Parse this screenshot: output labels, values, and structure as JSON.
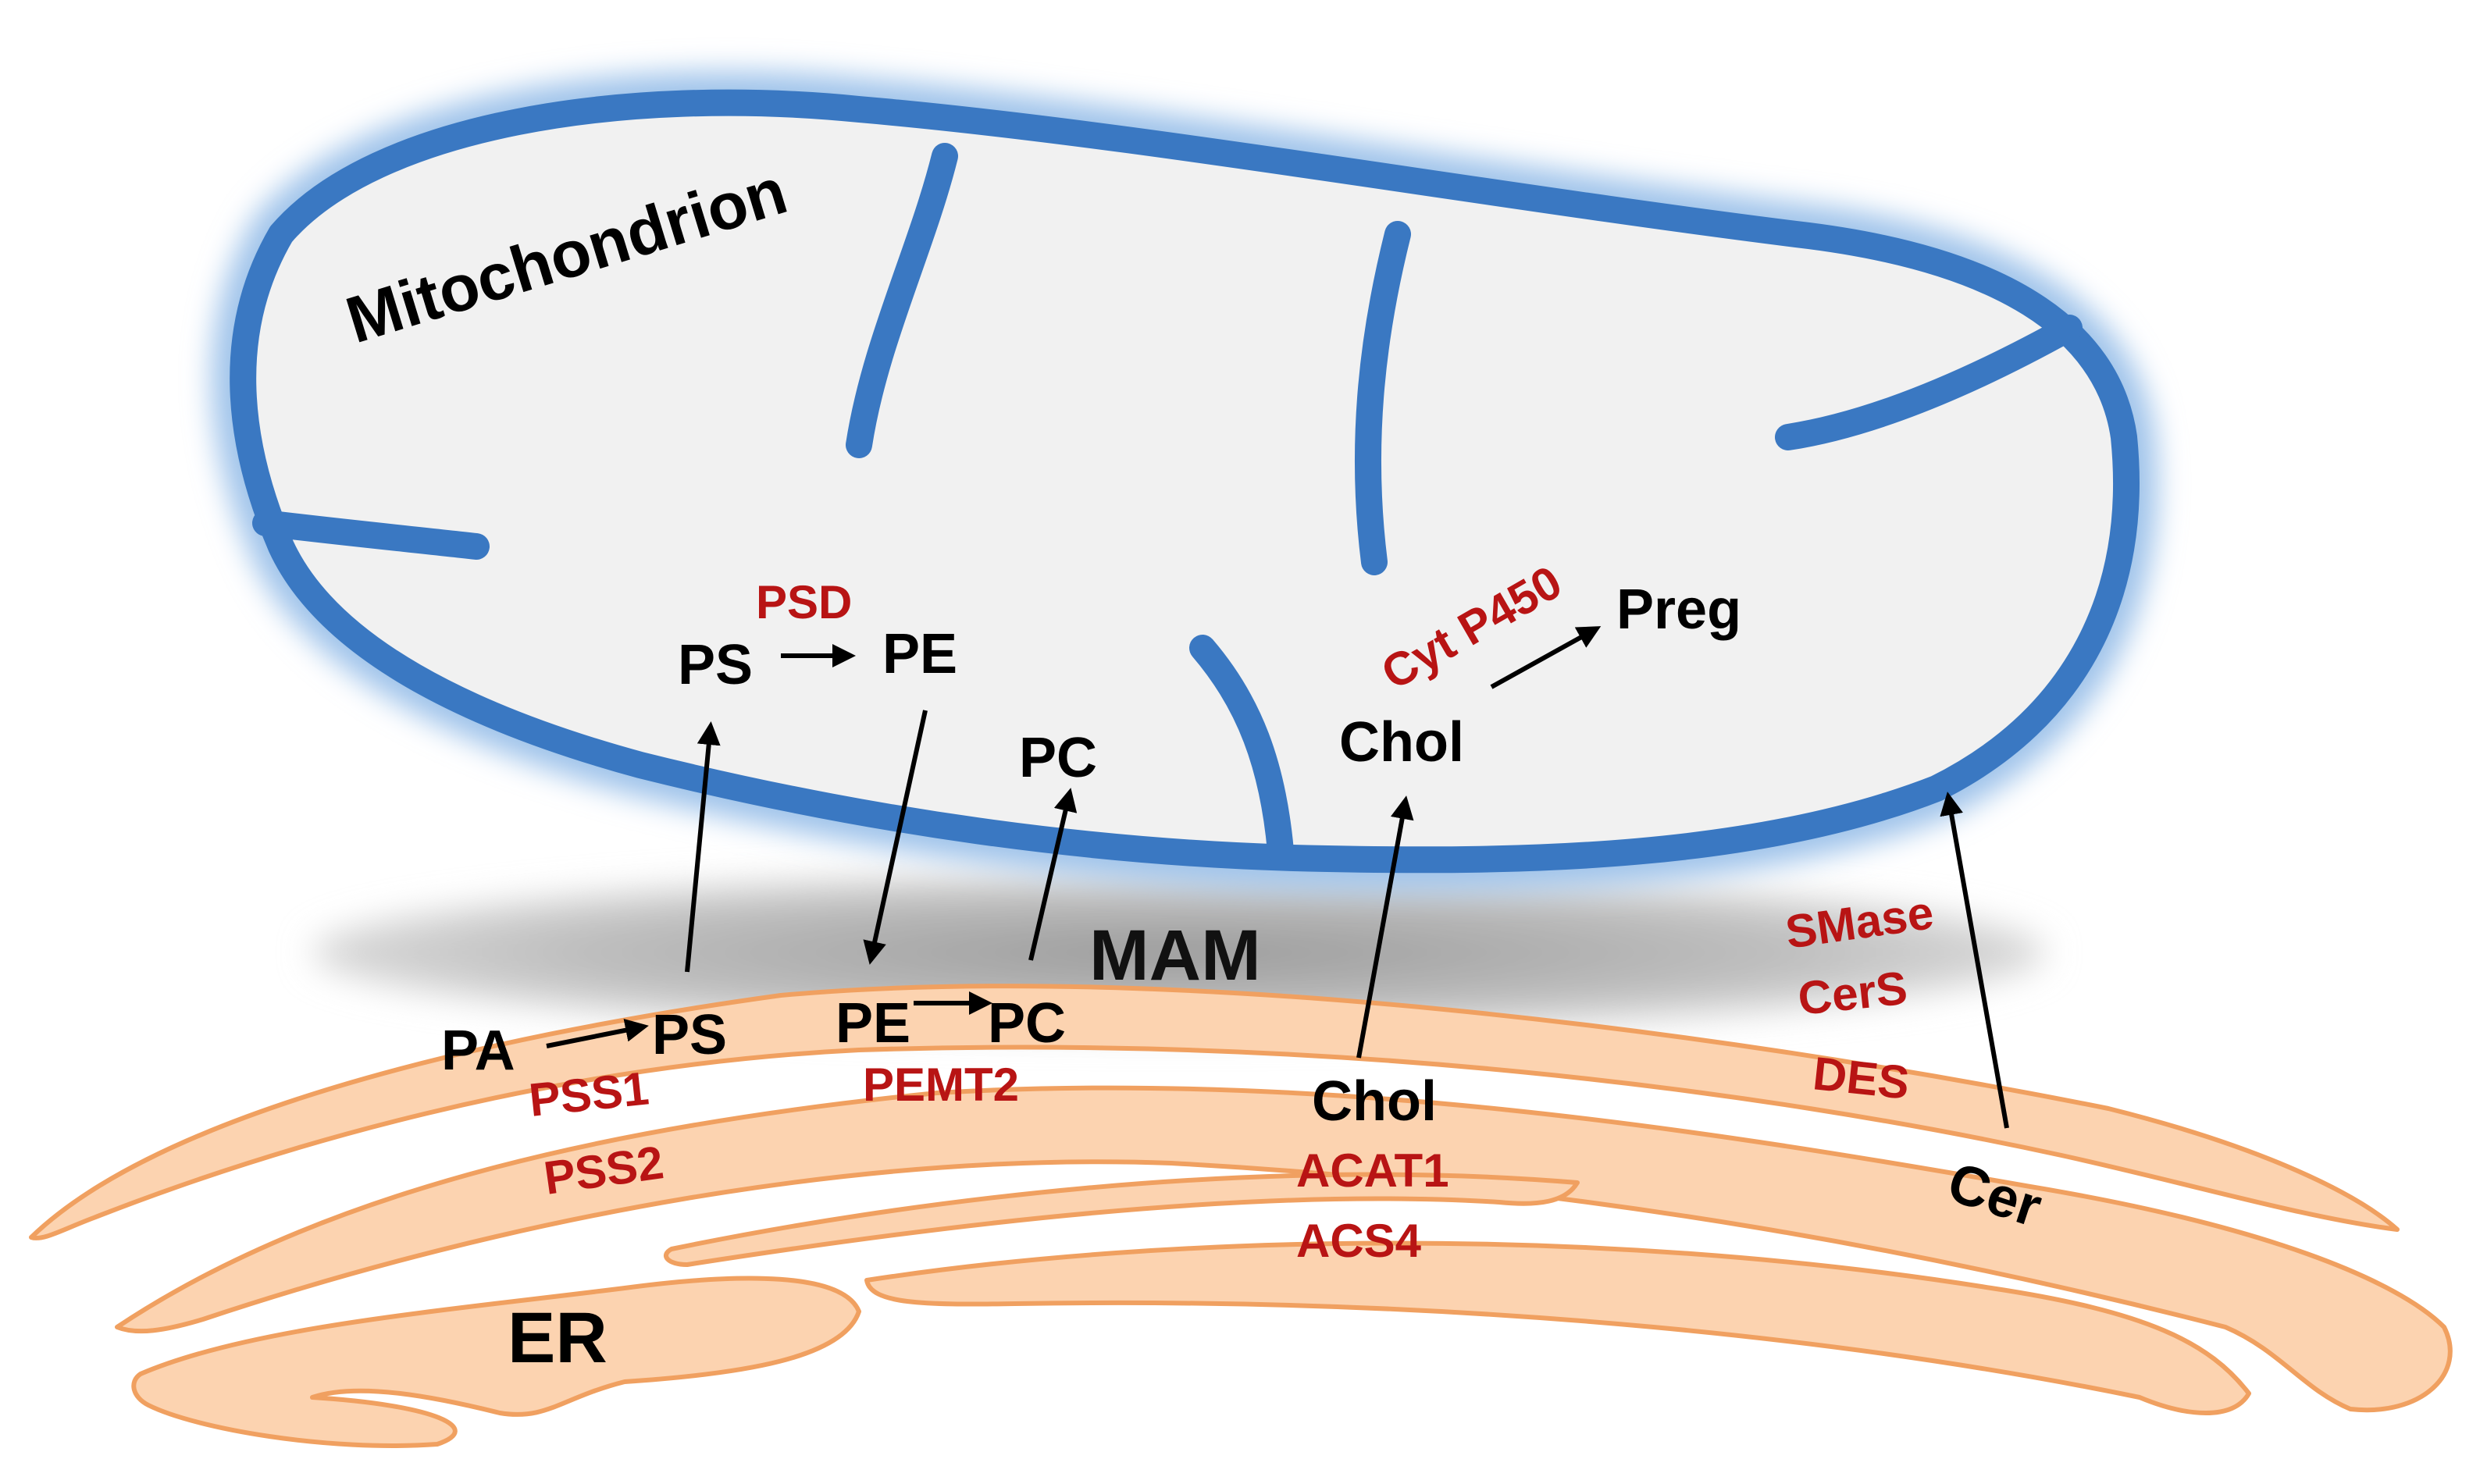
{
  "labels": {
    "mitochondrion": "Mitochondrion",
    "mam": "MAM",
    "er": "ER"
  },
  "metabolites": {
    "pa": "PA",
    "ps_er": "PS",
    "ps_mito": "PS",
    "pe_mito": "PE",
    "pc_mito": "PC",
    "pe_er": "PE",
    "pc_er": "PC",
    "chol_er": "Chol",
    "chol_mito": "Chol",
    "preg": "Preg",
    "cer": "Cer"
  },
  "enzymes": {
    "psd": "PSD",
    "pss1": "PSS1",
    "pss2": "PSS2",
    "pemt2": "PEMT2",
    "acat1": "ACAT1",
    "acs4": "ACS4",
    "cyt_p450": "Cyt P450",
    "smase": "SMase",
    "cers": "CerS",
    "des": "DES"
  },
  "colors": {
    "membrane_blue": "#3a78c2",
    "membrane_glow": "#9fc3ea",
    "matrix": "#f1f1f1",
    "er_fill": "#fcd3b0",
    "er_stroke": "#f0a060",
    "mam_gray": "#b8b8b8",
    "enzyme_red": "#b81414",
    "text_black": "#000000"
  }
}
